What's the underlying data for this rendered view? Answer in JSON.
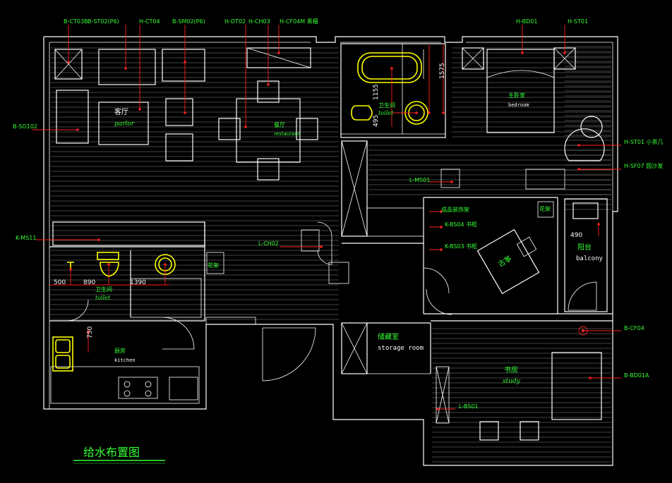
{
  "drawing_title": "给水布置图",
  "colors": {
    "background": "#000000",
    "wall": "#ffffff",
    "label": "#35ff35",
    "pipe": "#ff2020",
    "fixture": "#ffff00"
  },
  "rooms": {
    "parlor_cn": "客厅",
    "parlor_en": "parlor",
    "restaurant_cn": "餐厅",
    "restaurant_en": "restaurant",
    "bath1_cn": "卫生间",
    "bath1_en": "toilet",
    "master_cn": "主卧室",
    "master_en": "bedroom",
    "bath2_cn": "卫生间",
    "bath2_en": "toilet",
    "kitchen_cn": "厨房",
    "kitchen_en": "kitchen",
    "storage_cn": "储藏室",
    "storage_en": "storage room",
    "study_cn": "书房",
    "study_en": "study",
    "balcony_cn": "阳台",
    "balcony_en": "balcony",
    "antique_cn": "古筝",
    "flower1": "花架",
    "flower2": "花架"
  },
  "tags": [
    "B-CT03B",
    "B-ST02(P6)",
    "H-CT04",
    "B-SM02(P6)",
    "H-DT02",
    "H-CH03",
    "H-CF04M  黑檀",
    "H-BD01",
    "H-ST01",
    "B-SO102",
    "H-ST01 小茶几",
    "H-SF07 圆沙发",
    "L-MS01",
    "K-MS11",
    "L-CH02",
    "成品装饰架",
    "K-BS04 书柜",
    "K-BS03 书柜",
    "B-CF04",
    "B-BD01A",
    "L-BS01"
  ],
  "dims": {
    "d1155": "1155",
    "d495": "495",
    "d1575": "1575",
    "d500": "500",
    "d890": "890",
    "d1390": "1390",
    "d750": "750",
    "d490": "490"
  }
}
